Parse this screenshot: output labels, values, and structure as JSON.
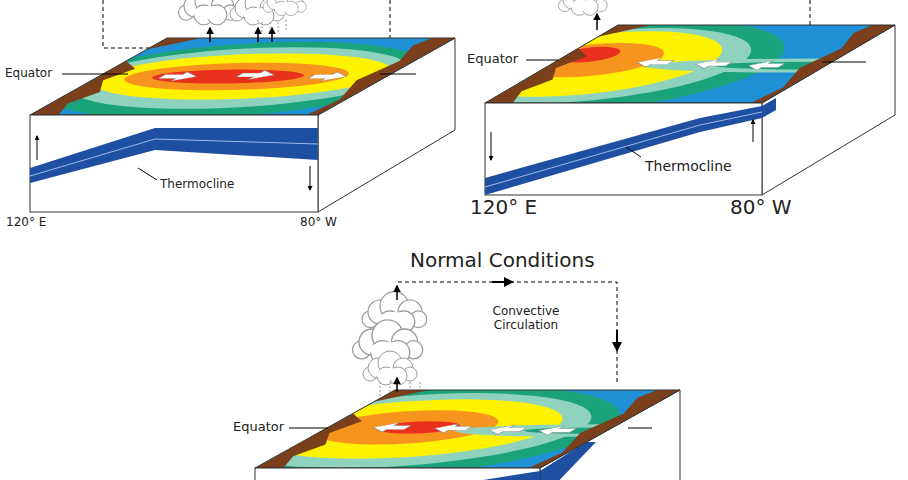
{
  "diagram": {
    "labels": [
      "Equator",
      "Thermocline",
      "120° E",
      "80° W",
      "Equator",
      "Thermocline",
      "120° E",
      "80° W",
      "Normal Conditions",
      "Convective Circulation",
      "Equator"
    ]
  }
}
